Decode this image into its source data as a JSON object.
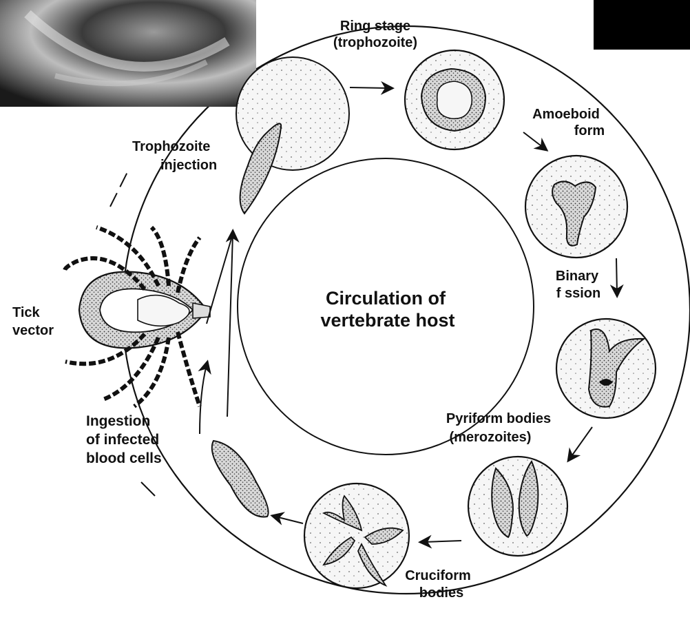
{
  "center": {
    "line1": "Circulation of",
    "line2": "vertebrate host"
  },
  "stages": {
    "ring": {
      "line1": "Ring stage",
      "line2": "(trophozoite)"
    },
    "amoeboid": {
      "line1": "Amoeboid",
      "line2": "form"
    },
    "binary": {
      "line1": "Binary",
      "line2": "f ssion"
    },
    "pyriform": {
      "line1": "Pyriform bodies",
      "line2": "(merozoites)"
    },
    "cruciform": {
      "line1": "Cruciform",
      "line2": "bodies"
    },
    "ingestion": {
      "line1": "Ingestion",
      "line2": "of infected",
      "line3": "blood cells"
    },
    "tick": {
      "line1": "Tick",
      "line2": "vector"
    },
    "injection": {
      "line1": "Trophozoite",
      "line2": "injection"
    }
  },
  "colors": {
    "ink": "#111111",
    "cell_fill": "#f4f4f4",
    "stipple": "#555555"
  }
}
